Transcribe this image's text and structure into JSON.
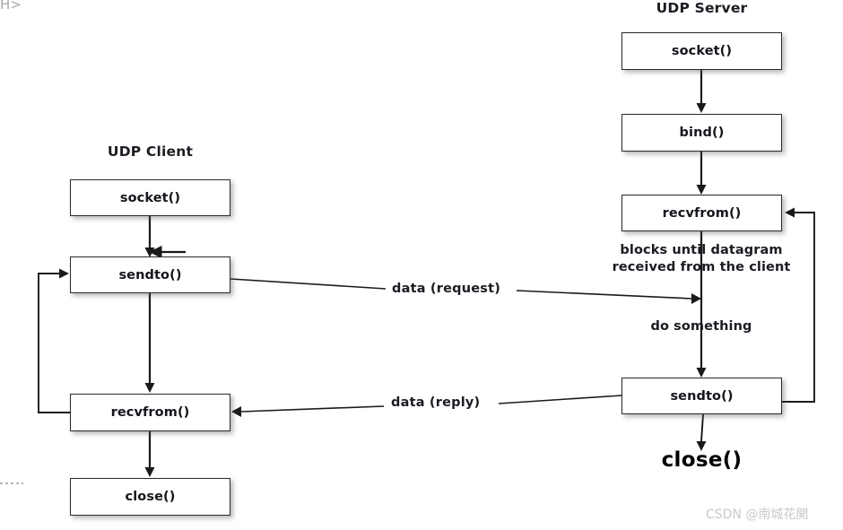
{
  "diagram": {
    "title_client": "UDP Client",
    "title_server": "UDP Server",
    "client_nodes": [
      {
        "id": "client-socket",
        "label": "socket()"
      },
      {
        "id": "client-sendto",
        "label": "sendto()"
      },
      {
        "id": "client-recvfrom",
        "label": "recvfrom()"
      },
      {
        "id": "client-close",
        "label": "close()"
      }
    ],
    "server_nodes": [
      {
        "id": "server-socket",
        "label": "socket()"
      },
      {
        "id": "server-bind",
        "label": "bind()"
      },
      {
        "id": "server-recvfrom",
        "label": "recvfrom()"
      },
      {
        "id": "server-sendto",
        "label": "sendto()"
      }
    ],
    "server_close_label": "close()",
    "annotations": {
      "blocks_line1": "blocks until datagram",
      "blocks_line2": "received from the client",
      "do_something": "do something"
    },
    "messages": [
      {
        "id": "request",
        "label": "data (request)"
      },
      {
        "id": "reply",
        "label": "data (reply)"
      }
    ]
  },
  "watermark": "CSDN @南城花開",
  "artifacts": {
    "top_left": "H>"
  },
  "colors": {
    "background": "#ffffff",
    "box_border": "#2a2a2a",
    "box_fill": "#ffffff",
    "text": "#15151c",
    "line": "#1a1a1a",
    "watermark": "#c9c9c9"
  }
}
